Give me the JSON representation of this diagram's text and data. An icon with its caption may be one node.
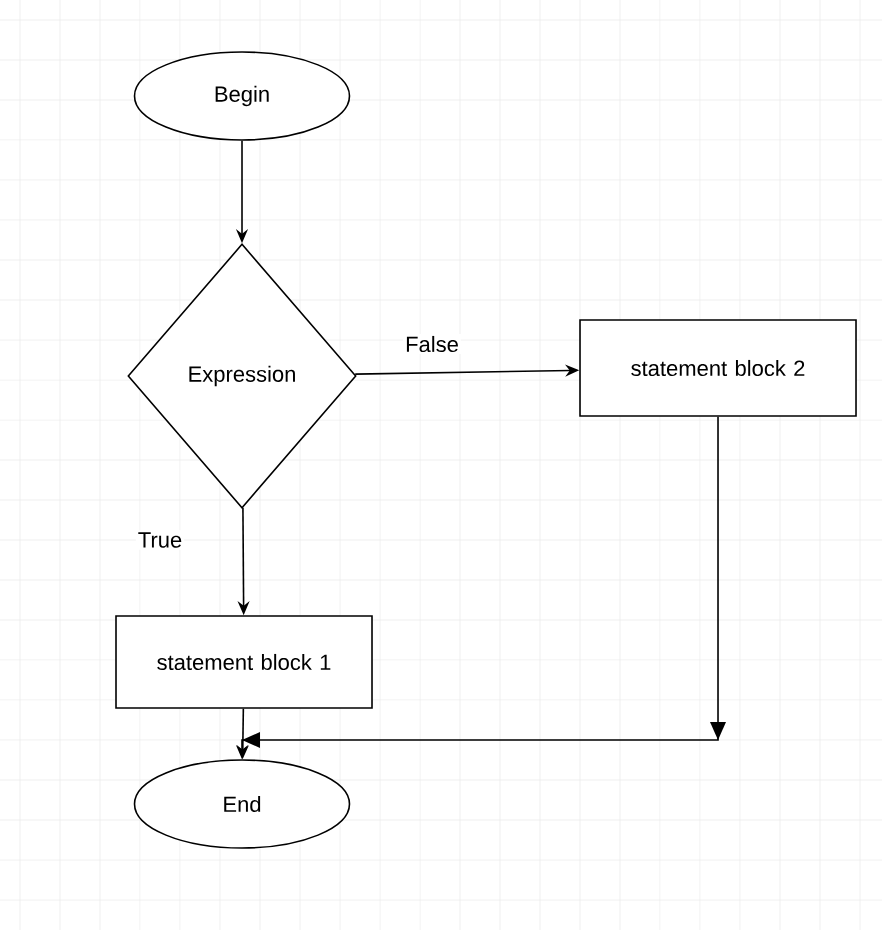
{
  "diagram": {
    "nodes": [
      {
        "text": [
          "Begin"
        ]
      },
      {
        "text": [
          "Expression"
        ]
      },
      {
        "text": [
          "statement block 2"
        ]
      },
      {
        "text": [
          "statement block 1"
        ]
      },
      {
        "text": [
          "End"
        ]
      }
    ],
    "edges": [
      {
        "from": 0,
        "to": 1,
        "arrow": "to"
      },
      {
        "from": 1,
        "to": 2,
        "arrow": "to",
        "label": "False"
      },
      {
        "from": 1,
        "to": 3,
        "arrow": "to",
        "label": "True"
      },
      {
        "from": 3,
        "to": 4,
        "arrow": "to"
      },
      {
        "from": 2,
        "to": 4,
        "arrow": "to"
      }
    ]
  }
}
